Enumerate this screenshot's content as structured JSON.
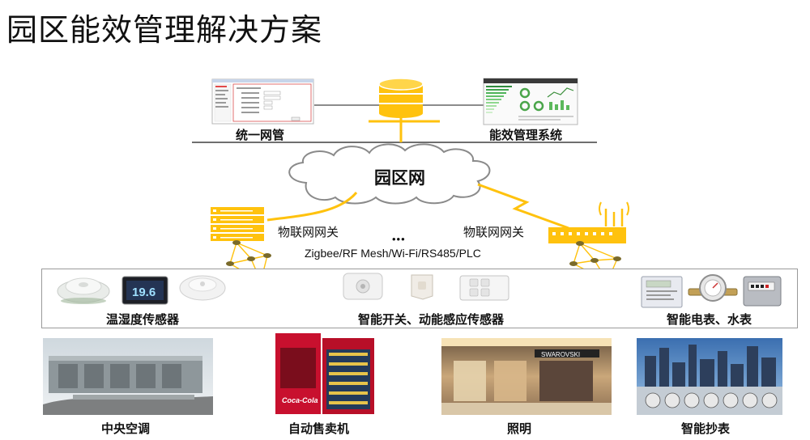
{
  "title": "园区能效管理解决方案",
  "top": {
    "nms_label": "统一网管",
    "ems_label": "能效管理系统"
  },
  "cloud_label": "园区网",
  "gateway_left_label": "物联网网关",
  "gateway_right_label": "物联网网关",
  "ellipsis": "•••",
  "protocols": "Zigbee/RF Mesh/Wi-Fi/RS485/PLC",
  "sensors": {
    "temp_humidity": "温湿度传感器",
    "switch_motion": "智能开关、动能感应传感器",
    "meters": "智能电表、水表"
  },
  "scenes": {
    "hvac": "中央空调",
    "vending": "自动售卖机",
    "lighting": "照明",
    "meter_reading": "智能抄表"
  },
  "colors": {
    "accent": "#FFC20E",
    "line": "#7f7f7f"
  }
}
